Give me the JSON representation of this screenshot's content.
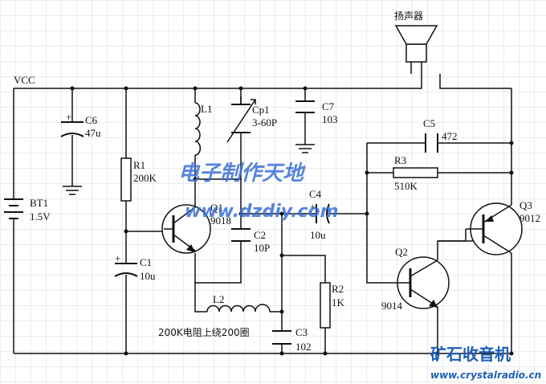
{
  "rails": {
    "vcc": "VCC"
  },
  "components": {
    "BT1": {
      "ref": "BT1",
      "value": "1.5V"
    },
    "C6": {
      "ref": "C6",
      "value": "47u"
    },
    "R1": {
      "ref": "R1",
      "value": "200K"
    },
    "C1": {
      "ref": "C1",
      "value": "10u"
    },
    "L1": {
      "ref": "L1"
    },
    "Cp1": {
      "ref": "Cp1",
      "value": "3-60P"
    },
    "C7": {
      "ref": "C7",
      "value": "103"
    },
    "Q1": {
      "ref": "Q1",
      "value": "9018"
    },
    "C2": {
      "ref": "C2",
      "value": "10P"
    },
    "C4": {
      "ref": "C4",
      "value": "10u"
    },
    "L2": {
      "ref": "L2"
    },
    "C3": {
      "ref": "C3",
      "value": "102"
    },
    "R2": {
      "ref": "R2",
      "value": "1K"
    },
    "R3": {
      "ref": "R3",
      "value": "510K"
    },
    "C5": {
      "ref": "C5",
      "value": "472"
    },
    "Q2": {
      "ref": "Q2",
      "value": "9014"
    },
    "Q3": {
      "ref": "Q3",
      "value": "9012"
    }
  },
  "speaker_label": "扬声器",
  "note": "200K电阻上绕200圈",
  "polarity_mark": "+",
  "watermark": {
    "title": "电子制作天地",
    "url": "www.dzdiy.com"
  },
  "logo": {
    "title": "矿石收音机",
    "url": "www.crystalradio.cn"
  },
  "colors": {
    "grid": "#d9d9d9",
    "wire": "#111111",
    "watermark": "#3a6fd8",
    "logo": "#1e5fb8"
  }
}
